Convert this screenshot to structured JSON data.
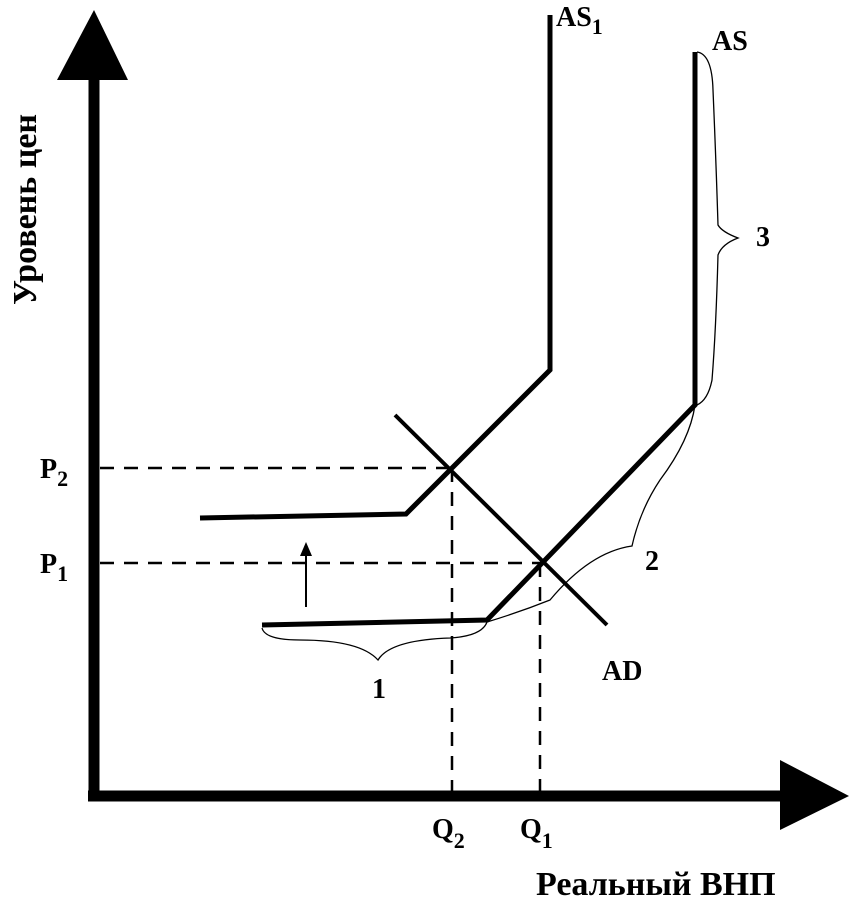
{
  "axes": {
    "y_title": "Уровень цен",
    "x_title": "Реальный ВНП"
  },
  "curves": {
    "as_original": "AS",
    "as_shifted": "AS",
    "as_shifted_subscript": "1",
    "ad": "AD"
  },
  "price_levels": {
    "p2": "P",
    "p2_sub": "2",
    "p1": "P",
    "p1_sub": "1"
  },
  "quantities": {
    "q2": "Q",
    "q2_sub": "2",
    "q1": "Q",
    "q1_sub": "1"
  },
  "segments": {
    "horizontal": "1",
    "intermediate": "2",
    "vertical": "3"
  },
  "colors": {
    "ink": "#000000",
    "background": "#ffffff"
  }
}
